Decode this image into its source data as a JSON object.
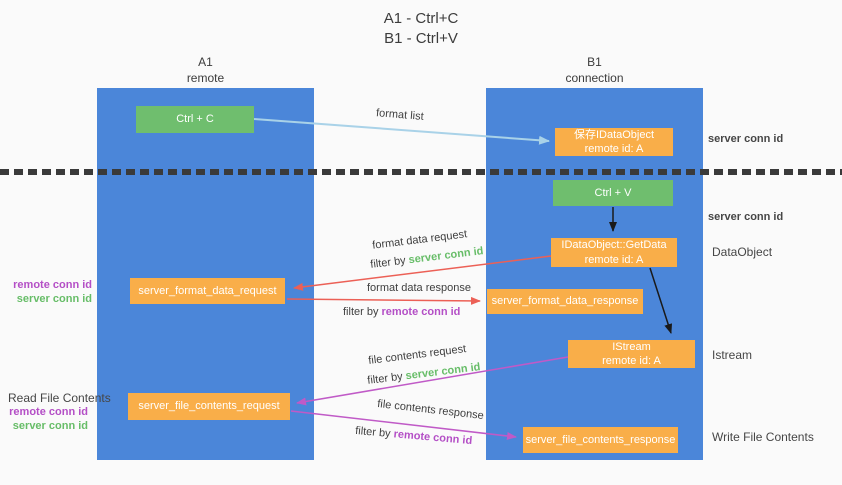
{
  "title": {
    "line1": "A1 - Ctrl+C",
    "line2": "B1 - Ctrl+V"
  },
  "lanes": {
    "left": {
      "name": "A1",
      "role": "remote"
    },
    "right": {
      "name": "B1",
      "role": "connection"
    }
  },
  "nodes": {
    "ctrl_c": {
      "label": "Ctrl + C"
    },
    "ctrl_v": {
      "label": "Ctrl + V"
    },
    "save_dataobject": {
      "line1": "保存IDataObject",
      "line2": "remote id: A"
    },
    "getdata": {
      "line1": "IDataObject::GetData",
      "line2": "remote id: A"
    },
    "istream": {
      "line1": "IStream",
      "line2": "remote id: A"
    },
    "server_format_data_request": {
      "label": "server_format_data_request"
    },
    "server_format_data_response": {
      "label": "server_format_data_response"
    },
    "server_file_contents_request": {
      "label": "server_file_contents_request"
    },
    "server_file_contents_response": {
      "label": "server_file_contents_response"
    }
  },
  "arrow_labels": {
    "format_list": "format list",
    "format_data_request": "format data request",
    "format_data_response": "format data response",
    "file_contents_request": "file contents request",
    "file_contents_response": "file contents response",
    "filter_by": "filter by",
    "server_conn_id": "server conn id",
    "remote_conn_id": "remote conn id"
  },
  "side_labels": {
    "server_conn_id": "server conn id",
    "remote_conn_id": "remote conn id",
    "dataobject": "DataObject",
    "istream": "Istream",
    "read_file_contents": "Read File Contents",
    "write_file_contents": "Write File Contents"
  },
  "colors": {
    "lane_blue": "#4b86d9",
    "node_green": "#6fbe6e",
    "node_orange": "#f9ae49",
    "green_text": "#67bd68",
    "purple_text": "#b44fc6",
    "red_arrow": "#ec6056",
    "magenta_arrow": "#c05ac7",
    "light_blue_arrow": "#a9d2e8",
    "black_arrow": "#1a1a1a",
    "background": "#fafafa"
  }
}
